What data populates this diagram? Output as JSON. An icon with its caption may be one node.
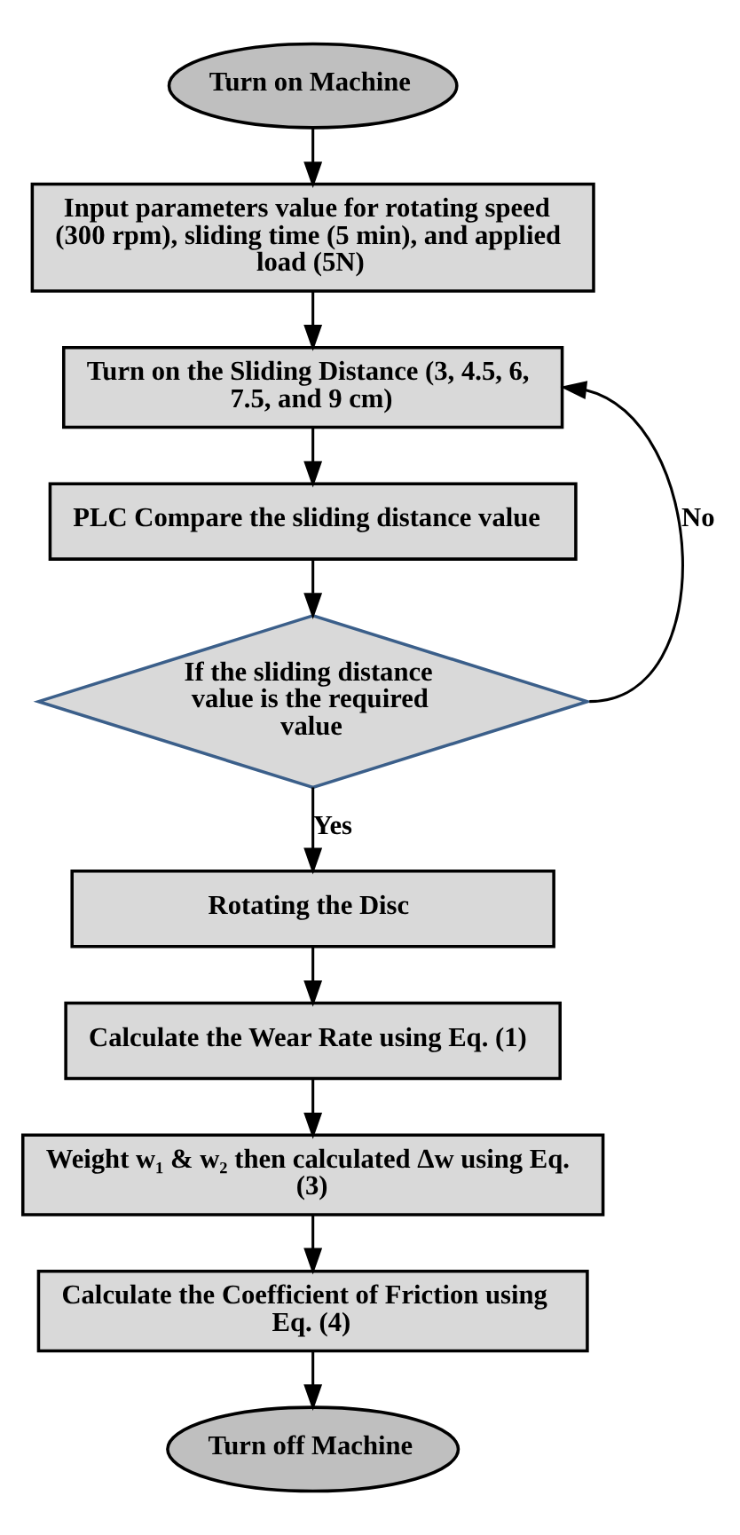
{
  "diagram": {
    "nodes": [
      {
        "text": [
          "Turn on Machine"
        ]
      },
      {
        "text": [
          "Input parameters value for rotating speed (300 rpm), sliding time (5 min), and applied load (5N)"
        ]
      },
      {
        "text": [
          "Turn on the Sliding Distance (3, 4.5, 6, 7.5, and 9 cm)"
        ]
      },
      {
        "text": [
          "PLC Compare the sliding distance value"
        ]
      },
      {
        "text": [
          "If the sliding distance value is the required value"
        ]
      },
      {
        "text": [
          "Rotating the Disc"
        ]
      },
      {
        "text": [
          "Calculate the Wear Rate using Eq. (1)"
        ]
      },
      {
        "text": [
          "Weight w₁ & w₂ then calculated Δw using Eq. (3)"
        ]
      },
      {
        "text": [
          "Calculate the Coefficient of Friction using Eq. (4)"
        ]
      },
      {
        "text": [
          "Turn off Machine"
        ]
      }
    ],
    "edges": [
      {
        "from": 0,
        "to": 1,
        "arrow": "to"
      },
      {
        "from": 1,
        "to": 2,
        "arrow": "to"
      },
      {
        "from": 2,
        "to": 3,
        "arrow": "to"
      },
      {
        "from": 3,
        "to": 4,
        "arrow": "to"
      },
      {
        "from": 4,
        "to": 5,
        "arrow": "to",
        "label": "Yes"
      },
      {
        "from": 4,
        "to": 2,
        "arrow": "to",
        "label": "No"
      },
      {
        "from": 5,
        "to": 6,
        "arrow": "to"
      },
      {
        "from": 6,
        "to": 7,
        "arrow": "to"
      },
      {
        "from": 7,
        "to": 8,
        "arrow": "to"
      },
      {
        "from": 8,
        "to": 9,
        "arrow": "to"
      }
    ]
  }
}
